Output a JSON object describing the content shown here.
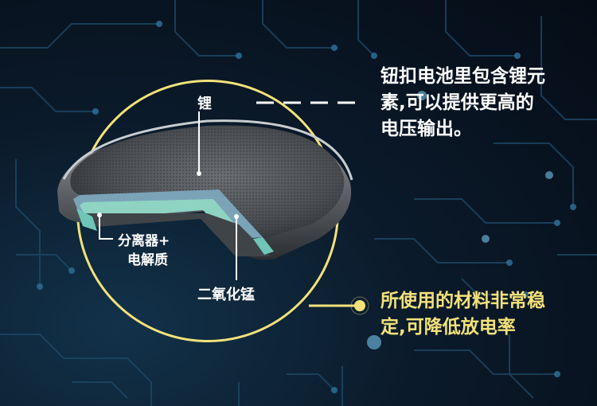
{
  "labels": {
    "lithium": "锂",
    "separator_line1": "分离器+",
    "separator_line2": "电解质",
    "mno2": "二氧化锰"
  },
  "captions": {
    "top_line1": "钮扣电池里包含锂元",
    "top_line2": "素,可以提供更高的",
    "top_line3": "电压输出。",
    "bottom_line1": "所使用的材料非常稳",
    "bottom_line2": "定,可降低放电率"
  },
  "colors": {
    "accent": "#f3e27a",
    "background": "#0a1522",
    "text": "#ffffff"
  },
  "icons": {
    "battery": "coin-cell-battery-cross-section-icon"
  }
}
